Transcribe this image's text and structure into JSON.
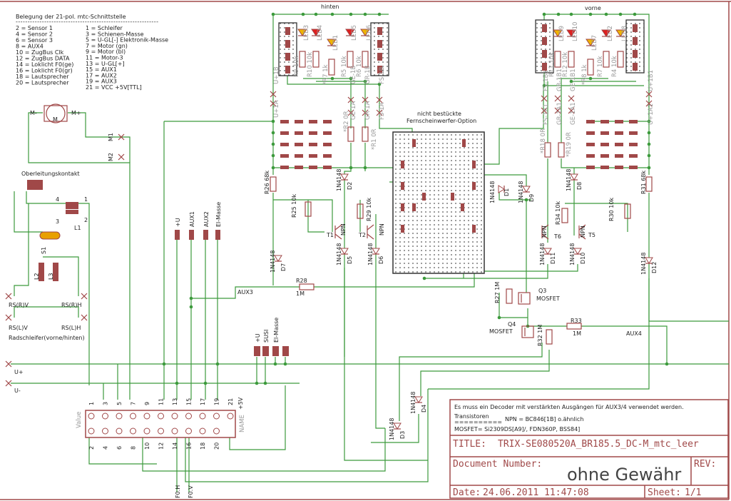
{
  "legend": {
    "title": "Belegung der 21-pol. mtc-Schnittstelle",
    "separator": "------------------------------------------------------------",
    "even": [
      "2 = Sensor 1",
      "4 = Sensor 2",
      "6 = Sensor 3",
      "8 = AUX4",
      "10 = ZugBus Clk",
      "12 = ZugBus DATA",
      "14 = Loklicht F0(ge)",
      "16 = Loklicht F0(gr)",
      "18 = Lautsprecher",
      "20 = Lautsprecher"
    ],
    "odd": [
      "1 = Schleifer",
      "3 = Schienen-Masse",
      "5 = U-GL[-] Elektronik-Masse",
      "7 = Motor  (gn)",
      "9 = Motor  (bl)",
      "11 = Motor-3",
      "13 = U-GL[+]",
      "15 = AUX1",
      "17 = AUX2",
      "19 = AUX3",
      "21 = VCC +5V[TTL]"
    ]
  },
  "sections": {
    "rear": "hinten",
    "front": "vorne",
    "option_line1": "nicht bestückte",
    "option_line2": "Fernscheinwerfer-Option"
  },
  "motor": {
    "label": "M",
    "minus": "M-",
    "plus": "M+",
    "m1": "M1",
    "m2": "M2"
  },
  "pickup": {
    "catenary": "Oberleitungskontakt",
    "wheels": "Radschleifer(vorne/hinten)",
    "rs": [
      "RS(R)V",
      "RS(R)H",
      "RS(L)V",
      "RS(L)H"
    ],
    "coil_labels": [
      "L1",
      "L2",
      "L3",
      "S1"
    ],
    "coil_pins": [
      "4",
      "1",
      "3",
      "2"
    ],
    "u_plus": "U+",
    "u_minus": "U-"
  },
  "rear_jumpers": [
    "U+1A",
    "U+1B",
    "GE-1B",
    "GE-1A",
    "GR-1B",
    "GR-1A",
    "FS-1B",
    "FS-1A"
  ],
  "front_jumpers": [
    "FS-1A1",
    "FS-1B1",
    "GR-1A1",
    "GR-1B1",
    "GE-1A1",
    "GE-1B1",
    "U+1A1",
    "U+1B1"
  ],
  "rear_leds": [
    "LED3",
    "LED4",
    "LED1",
    "LED5",
    "LED6"
  ],
  "front_leds": [
    "LED9",
    "LED10",
    "LED7",
    "LED2",
    "LED8"
  ],
  "led_colors": [
    "#f0b400",
    "#e02020",
    "#f0b400",
    "#e02020",
    "#f0b400"
  ],
  "front_led_colors": [
    "#f0b400",
    "#e02020",
    "#f0b400",
    "#e02020",
    "#f0b400"
  ],
  "rear_resistors": [
    "R9 10k",
    "R10 10k",
    "*R7 1k",
    "R5 10k",
    "R6 10k"
  ],
  "front_resistors": [
    "R11 10k",
    "R12 10k",
    "*R8 1k",
    "R7 10k",
    "R4 10k"
  ],
  "parts": {
    "r2": "*R2 0R",
    "r1": "*R1 0R",
    "r18": "*R18 0R",
    "r19": "*R19 0R",
    "r26": "R26 68k",
    "r31": "R31 68k",
    "r25": "R25 10k",
    "r29": "R29 10k",
    "r34": "R34 10k",
    "r30": "R30 10k",
    "r28": "R28",
    "r28v": "1M",
    "r33": "R33",
    "r33v": "1M",
    "r27": "R27 1M",
    "r32": "R32 1M",
    "t1": "T1",
    "t2": "T2",
    "t5": "T5",
    "t6": "T6",
    "npn": "NPN",
    "q3": "Q3",
    "q4": "Q4",
    "mosfet": "MOSFET",
    "diode": "1N4148",
    "d": [
      "D1",
      "D2",
      "D3",
      "D4",
      "D5",
      "D6",
      "D7",
      "D8",
      "D9",
      "D10",
      "D11",
      "D12"
    ]
  },
  "nets": {
    "aux3": "AUX3",
    "aux4": "AUX4",
    "f0h": "F0.H",
    "f0v": "F0.V"
  },
  "pads_f": [
    "+U",
    "AUX1",
    "AUX2",
    "El-Masse"
  ],
  "pads_susi": [
    "+U",
    "SUSI",
    "El-Masse"
  ],
  "connector": {
    "odd_pins": [
      "1",
      "3",
      "5",
      "7",
      "9",
      "11",
      "13",
      "15",
      "17",
      "19",
      "21"
    ],
    "even_pins": [
      "2",
      "4",
      "6",
      "8",
      "10",
      "12",
      "14",
      "16",
      "18",
      "20"
    ],
    "vcc": "+5V",
    "left_tag": "Value",
    "right_tag": "NAME"
  },
  "notes": {
    "line1": "Es muss ein Decoder mit verstärkten Ausgängen für AUX3/4 verwendet werden.",
    "transistors": "Transistoren",
    "underline": "==========",
    "npn": "NPN = BC846[1B] o.ähnlich",
    "mosfet": "MOSFET= Si2309DS[A9]/, FDN360P, BSS84]"
  },
  "title_block": {
    "title_label": "TITLE:",
    "title": "TRIX-SE080520A_BR185.5_DC-M_mtc_leer",
    "doc_label": "Document Number:",
    "doc": "ohne Gewähr",
    "rev_label": "REV:",
    "date_label": "Date:",
    "date": "24.06.2011 11:47:08",
    "sheet_label": "Sheet:",
    "sheet": "1/1"
  },
  "colors": {
    "wire": "#3c9a3c",
    "component": "#a04848",
    "frame": "#a04848",
    "yellow_led": "#f0b400",
    "red_led": "#e02020"
  }
}
